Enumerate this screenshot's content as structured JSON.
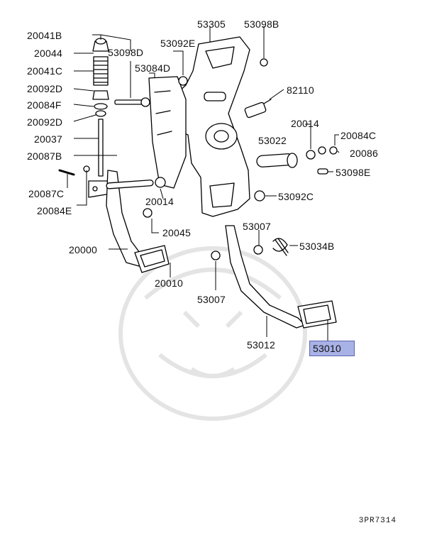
{
  "callouts": {
    "p20041B": "20041B",
    "p20044": "20044",
    "p20041C": "20041C",
    "p20092D_a": "20092D",
    "p20084F": "20084F",
    "p20092D_b": "20092D",
    "p20037": "20037",
    "p20087B": "20087B",
    "p20087C": "20087C",
    "p20084E": "20084E",
    "p20000": "20000",
    "p20010": "20010",
    "p20045": "20045",
    "p20014_a": "20014",
    "p53098D": "53098D",
    "p53084D": "53084D",
    "p53092E": "53092E",
    "p53305": "53305",
    "p53098B": "53098B",
    "p82110": "82110",
    "p53022": "53022",
    "p20014_b": "20014",
    "p20084C": "20084C",
    "p20086": "20086",
    "p53098E": "53098E",
    "p53092C": "53092C",
    "p53007_a": "53007",
    "p53034B": "53034B",
    "p53007_b": "53007",
    "p53012": "53012",
    "p53010": "53010"
  },
  "highlight_color": "#a9b2e6",
  "diagram_code": "3PR7314"
}
